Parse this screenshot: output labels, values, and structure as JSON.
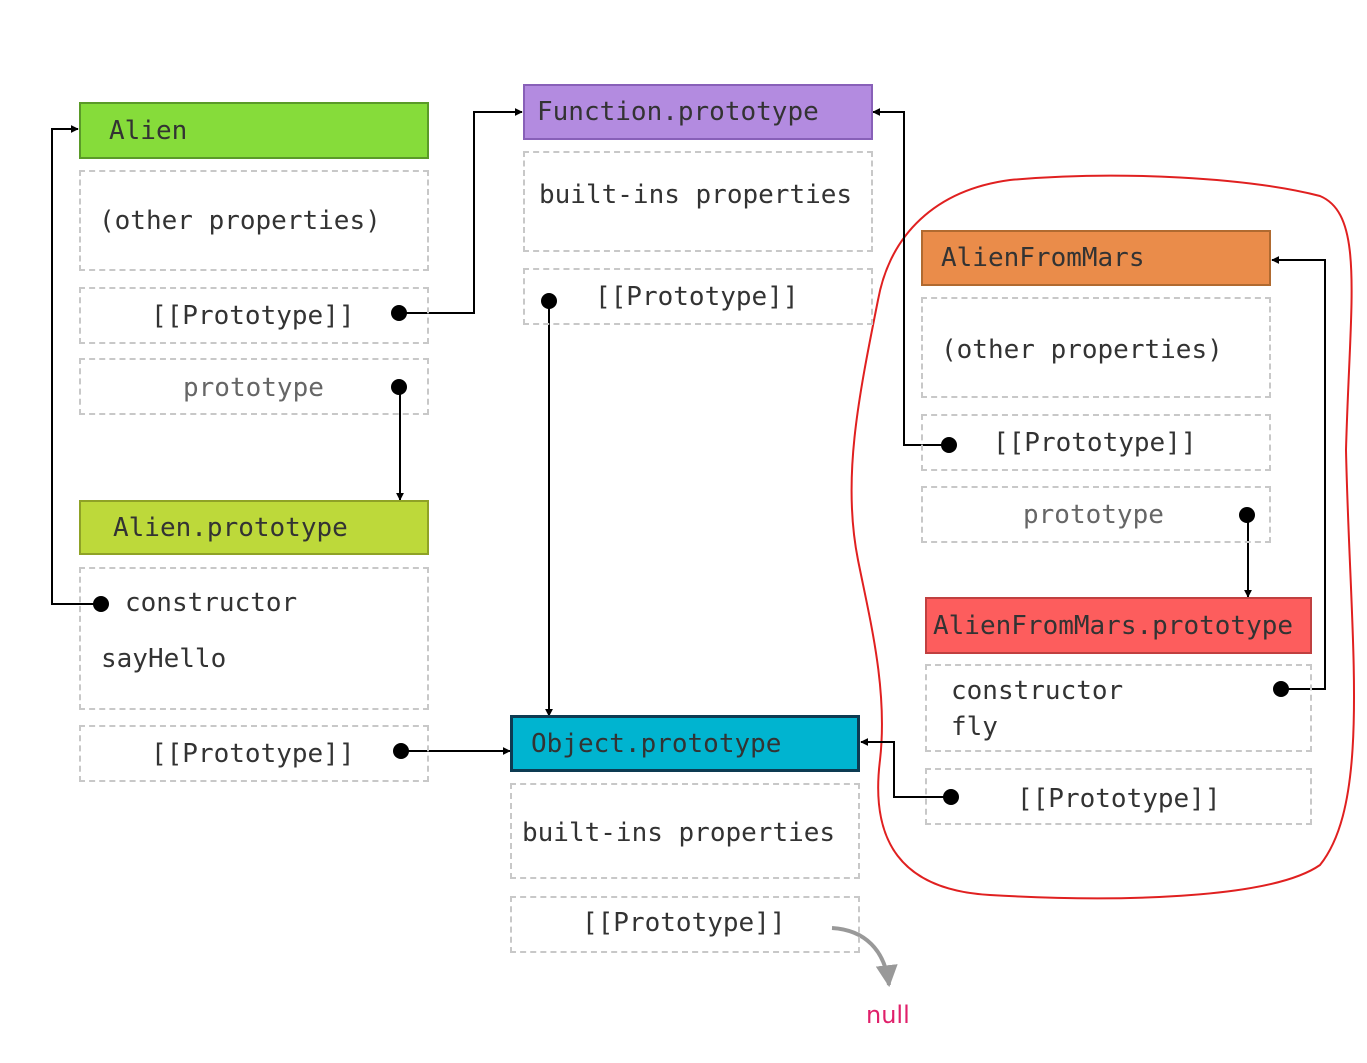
{
  "objects": {
    "alien": {
      "title": "Alien",
      "color": "#86dc3a",
      "other": "(other properties)",
      "proto_slot": "[[Prototype]]",
      "prototype_slot": "prototype"
    },
    "alien_prototype": {
      "title": "Alien.prototype",
      "color": "#bdd93a",
      "constructor": "constructor",
      "method": "sayHello",
      "proto_slot": "[[Prototype]]"
    },
    "function_prototype": {
      "title": "Function.prototype",
      "color": "#b38be0",
      "builtins": "built-ins properties",
      "proto_slot": "[[Prototype]]"
    },
    "object_prototype": {
      "title": "Object.prototype",
      "color": "#00b4d0",
      "builtins": "built-ins properties",
      "proto_slot": "[[Prototype]]"
    },
    "alien_from_mars": {
      "title": "AlienFromMars",
      "color": "#ea8c4a",
      "other": "(other properties)",
      "proto_slot": "[[Prototype]]",
      "prototype_slot": "prototype"
    },
    "alien_from_mars_prototype": {
      "title": "AlienFromMars.prototype",
      "color": "#fd5d5d",
      "constructor": "constructor",
      "method": "fly",
      "proto_slot": "[[Prototype]]"
    }
  },
  "null_label": "null",
  "highlight_color": "#e02020"
}
